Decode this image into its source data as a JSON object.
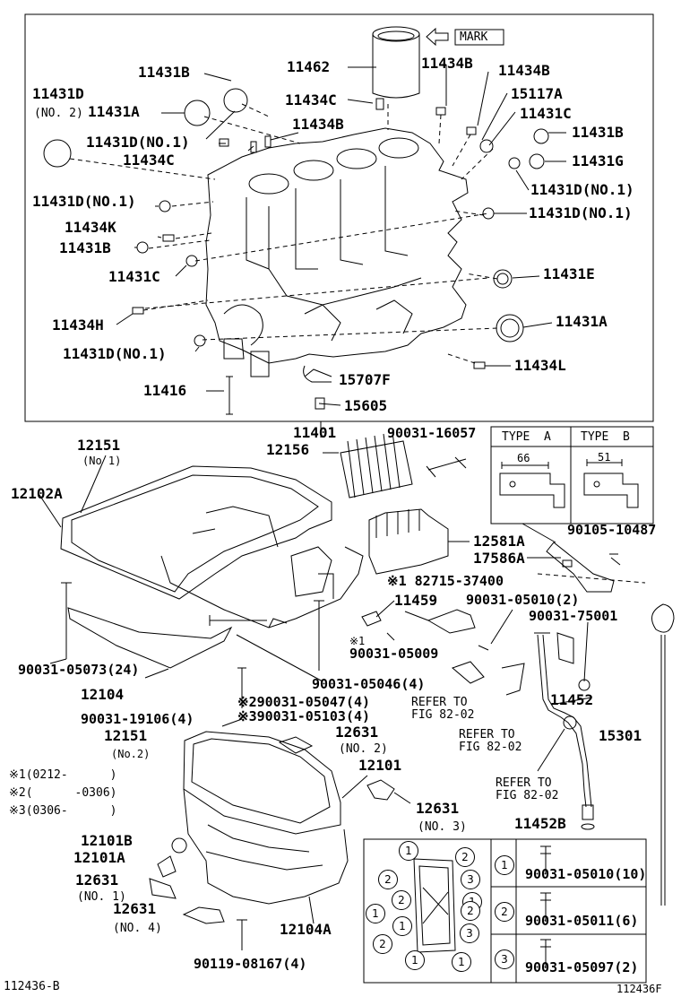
{
  "mark_label": "MARK",
  "labels": {
    "l11462": "11462",
    "l11431B_a": "11431B",
    "l11434B_a": "11434B",
    "l11434B_b": "11434B",
    "l11431D_top": "11431D",
    "no2_top": "(NO. 2)",
    "l11431A_a": "11431A",
    "l11434C_a": "11434C",
    "l15117A": "15117A",
    "l11431C_a": "11431C",
    "l11434B_c": "11434B",
    "l11431B_b": "11431B",
    "l11431D_no1_a": "11431D(NO.1)",
    "l11434C_b": "11434C",
    "l11431G": "11431G",
    "l11431D_no1_b": "11431D(NO.1)",
    "l11431D_no1_c": "11431D(NO.1)",
    "l11431D_no1_d": "11431D(NO.1)",
    "l11434K": "11434K",
    "l11431B_c": "11431B",
    "l11431C_b": "11431C",
    "l11431E": "11431E",
    "l11434H": "11434H",
    "l11431A_b": "11431A",
    "l11431D_no1_e": "11431D(NO.1)",
    "l11434L": "11434L",
    "l15707F": "15707F",
    "l11416": "11416",
    "l15605": "15605",
    "l11401": "11401",
    "l12151_a": "12151",
    "no1_a": "(No 1)",
    "l12156": "12156",
    "l90031_16057": "90031-16057",
    "l12102A": "12102A",
    "l12581A": "12581A",
    "l90105_10487": "90105-10487",
    "l17586A": "17586A",
    "l82715": "※1 82715-37400",
    "l11459": "11459",
    "l90031_05010_2": "90031-05010(2)",
    "l90031_75001": "90031-75001",
    "l90031_05009": "90031-05009",
    "mark1": "※1",
    "l90031_05073": "90031-05073(24)",
    "l90031_05046": "90031-05046(4)",
    "l12104": "12104",
    "l11452": "11452",
    "l90031_05047": "※290031-05047(4)",
    "l90031_05103": "※390031-05103(4)",
    "l90031_19106": "90031-19106(4)",
    "l12151_b": "12151",
    "no2_b": "(No.2)",
    "l12631_a": "12631",
    "no2_c": "(NO. 2)",
    "l15301": "15301",
    "l12101": "12101",
    "note1": "※1(0212-      )",
    "note2": "※2(      -0306)",
    "note3": "※3(0306-      )",
    "l12631_b": "12631",
    "no3": "(NO. 3)",
    "l11452B": "11452B",
    "l12101B": "12101B",
    "l12101A": "12101A",
    "l12631_c": "12631",
    "no1_b": "(NO. 1)",
    "l12631_d": "12631",
    "no4": "(NO. 4)",
    "l12104A": "12104A",
    "l90119": "90119-08167(4)",
    "ref_a": "REFER TO\nFIG 82-02",
    "ref_b": "REFER TO\nFIG 82-02",
    "ref_c": "REFER TO\nFIG 82-02",
    "footer_left": "112436-B",
    "footer_right": "112436F"
  },
  "type_table": {
    "type_a": "TYPE  A",
    "type_b": "TYPE  B",
    "dim_a": "66",
    "dim_b": "51"
  },
  "bolt_table": [
    {
      "num": "1",
      "part": "90031-05010(10)"
    },
    {
      "num": "2",
      "part": "90031-05011(6)"
    },
    {
      "num": "3",
      "part": "90031-05097(2)"
    }
  ],
  "pan_circles": [
    "1",
    "2",
    "2",
    "3",
    "1",
    "2",
    "2",
    "1",
    "1",
    "3",
    "1",
    "2",
    "1"
  ]
}
